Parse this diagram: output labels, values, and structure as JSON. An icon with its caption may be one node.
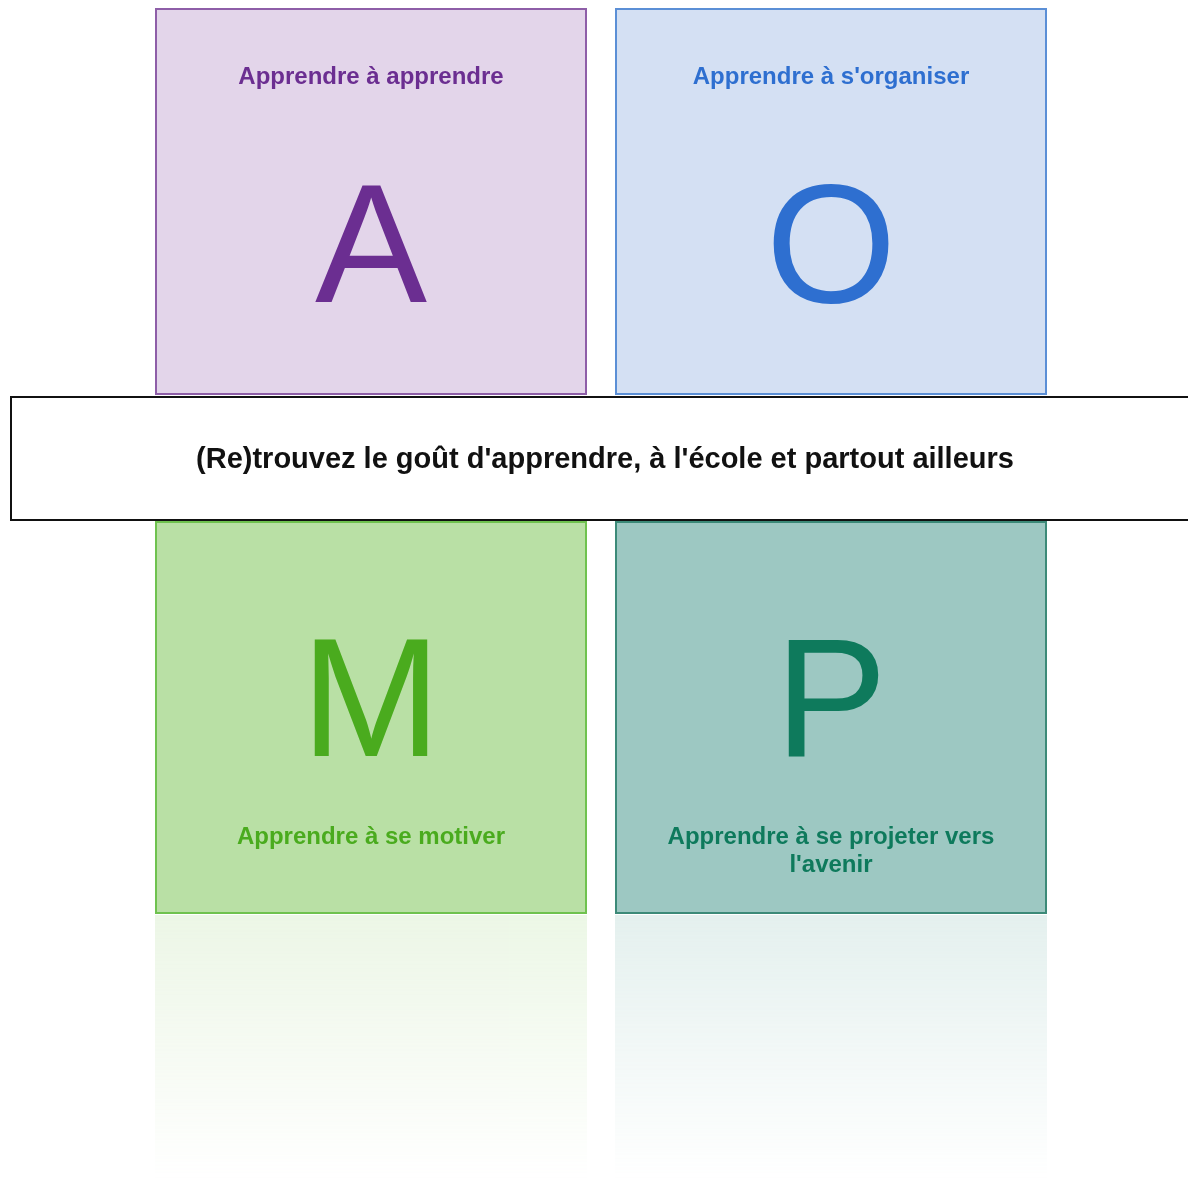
{
  "diagram": {
    "nodes": [
      {
        "text": [
          "Apprendre à apprendre",
          "A"
        ]
      },
      {
        "text": [
          "Apprendre à s'organiser",
          "O"
        ]
      },
      {
        "text": [
          "(Re)trouvez le goût d'apprendre, à l'école et partout ailleurs"
        ]
      },
      {
        "text": [
          "M",
          "Apprendre à se motiver"
        ]
      },
      {
        "text": [
          "P",
          "Apprendre à se projeter vers l'avenir"
        ]
      }
    ]
  }
}
